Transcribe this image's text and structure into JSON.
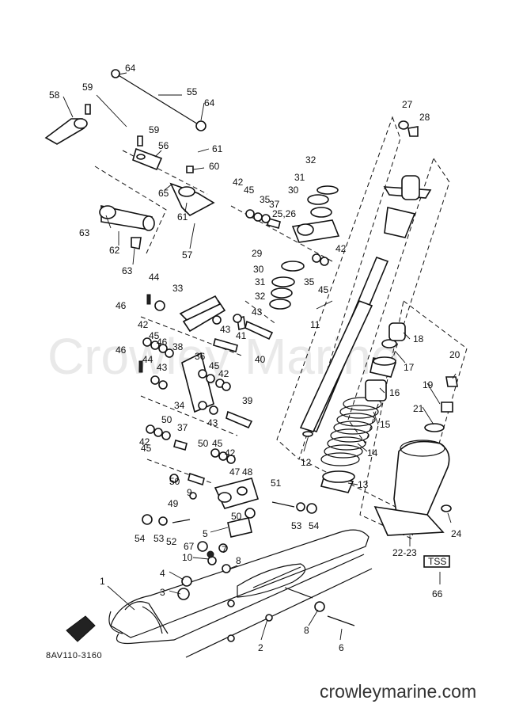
{
  "watermark": "Crowley Marine",
  "diagram_code": "8AV110-3160",
  "site_url": "crowleymarine.com",
  "tss_badge": "TSS",
  "callouts": [
    "1",
    "2",
    "3",
    "4",
    "5",
    "6",
    "7",
    "8",
    "9",
    "10",
    "11",
    "12",
    "13",
    "14",
    "15",
    "16",
    "17",
    "18",
    "19",
    "20",
    "21",
    "22-23",
    "24",
    "25,26",
    "27",
    "28",
    "29",
    "30",
    "31",
    "32",
    "33",
    "34",
    "35",
    "36",
    "37",
    "38",
    "39",
    "40",
    "41",
    "42",
    "43",
    "44",
    "45",
    "46",
    "47",
    "48",
    "49",
    "50",
    "51",
    "52",
    "53",
    "54",
    "55",
    "56",
    "57",
    "58",
    "59",
    "60",
    "61",
    "62",
    "63",
    "64",
    "65",
    "66",
    "67"
  ]
}
